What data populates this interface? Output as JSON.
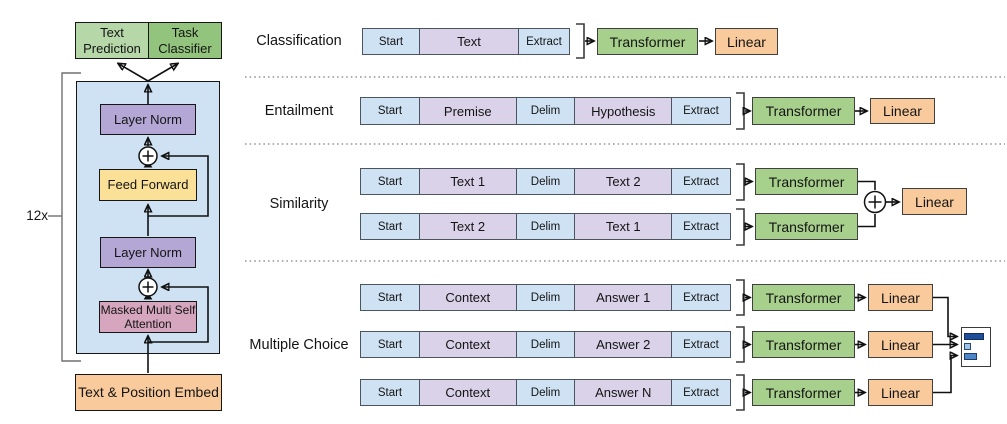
{
  "colors": {
    "segment_special": "#cfe2f3",
    "segment_content": "#d9d2e9",
    "stack_container": "#cfe2f3",
    "layer_norm": "#b4a7d6",
    "feed_forward": "#fbe198",
    "attention": "#d5a6bd",
    "embed": "#f9cb9c",
    "transformer": "#a8d08d",
    "linear": "#f9cb9c",
    "text_prediction": "#b6d7a8",
    "task_classifier": "#93c47d",
    "score_bar_1": "#1f4e99",
    "score_bar_2": "#9dc3e6",
    "score_bar_3": "#4d86c8"
  },
  "left_diagram": {
    "repeat_label": "12x",
    "output_heads": [
      {
        "label": "Text Prediction"
      },
      {
        "label": "Task Classifier"
      }
    ],
    "blocks": {
      "layer_norm_top": "Layer Norm",
      "feed_forward": "Feed Forward",
      "layer_norm_bottom": "Layer Norm",
      "attention": "Masked Multi Self Attention",
      "embed": "Text & Position Embed"
    },
    "sum_icon": "+"
  },
  "tasks": [
    {
      "label": "Classification",
      "rows": [
        {
          "segments": [
            {
              "text": "Start"
            },
            {
              "text": "Text"
            },
            {
              "text": "Extract"
            }
          ],
          "pipeline": [
            {
              "text": "Transformer"
            },
            {
              "text": "Linear"
            }
          ]
        }
      ]
    },
    {
      "label": "Entailment",
      "rows": [
        {
          "segments": [
            {
              "text": "Start"
            },
            {
              "text": "Premise"
            },
            {
              "text": "Delim"
            },
            {
              "text": "Hypothesis"
            },
            {
              "text": "Extract"
            }
          ],
          "pipeline": [
            {
              "text": "Transformer"
            },
            {
              "text": "Linear"
            }
          ]
        }
      ]
    },
    {
      "label": "Similarity",
      "rows": [
        {
          "segments": [
            {
              "text": "Start"
            },
            {
              "text": "Text 1"
            },
            {
              "text": "Delim"
            },
            {
              "text": "Text 2"
            },
            {
              "text": "Extract"
            }
          ],
          "pipeline": [
            {
              "text": "Transformer"
            }
          ]
        },
        {
          "segments": [
            {
              "text": "Start"
            },
            {
              "text": "Text 2"
            },
            {
              "text": "Delim"
            },
            {
              "text": "Text 1"
            },
            {
              "text": "Extract"
            }
          ],
          "pipeline": [
            {
              "text": "Transformer"
            }
          ]
        }
      ],
      "merge": {
        "operator": "+",
        "then": "Linear"
      }
    },
    {
      "label": "Multiple Choice",
      "rows": [
        {
          "segments": [
            {
              "text": "Start"
            },
            {
              "text": "Context"
            },
            {
              "text": "Delim"
            },
            {
              "text": "Answer 1"
            },
            {
              "text": "Extract"
            }
          ],
          "pipeline": [
            {
              "text": "Transformer"
            },
            {
              "text": "Linear"
            }
          ]
        },
        {
          "segments": [
            {
              "text": "Start"
            },
            {
              "text": "Context"
            },
            {
              "text": "Delim"
            },
            {
              "text": "Answer 2"
            },
            {
              "text": "Extract"
            }
          ],
          "pipeline": [
            {
              "text": "Transformer"
            },
            {
              "text": "Linear"
            }
          ]
        },
        {
          "segments": [
            {
              "text": "Start"
            },
            {
              "text": "Context"
            },
            {
              "text": "Delim"
            },
            {
              "text": "Answer N"
            },
            {
              "text": "Extract"
            }
          ],
          "pipeline": [
            {
              "text": "Transformer"
            },
            {
              "text": "Linear"
            }
          ]
        }
      ],
      "output_chart": {
        "bars": [
          {
            "color": "#1f4e99",
            "relative_length": "long"
          },
          {
            "color": "#9dc3e6",
            "relative_length": "short"
          },
          {
            "color": "#4d86c8",
            "relative_length": "medium"
          }
        ]
      }
    }
  ]
}
